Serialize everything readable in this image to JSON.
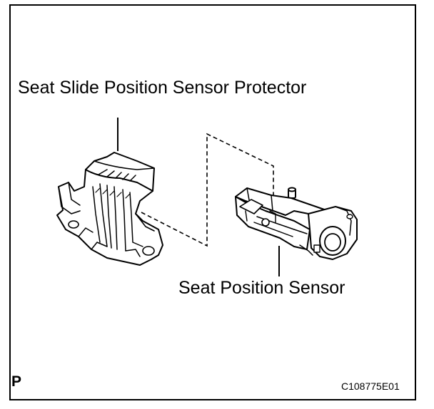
{
  "labels": {
    "protector": "Seat Slide Position Sensor Protector",
    "sensor": "Seat Position Sensor",
    "view_marker": "P",
    "figure_code": "C108775E01"
  }
}
